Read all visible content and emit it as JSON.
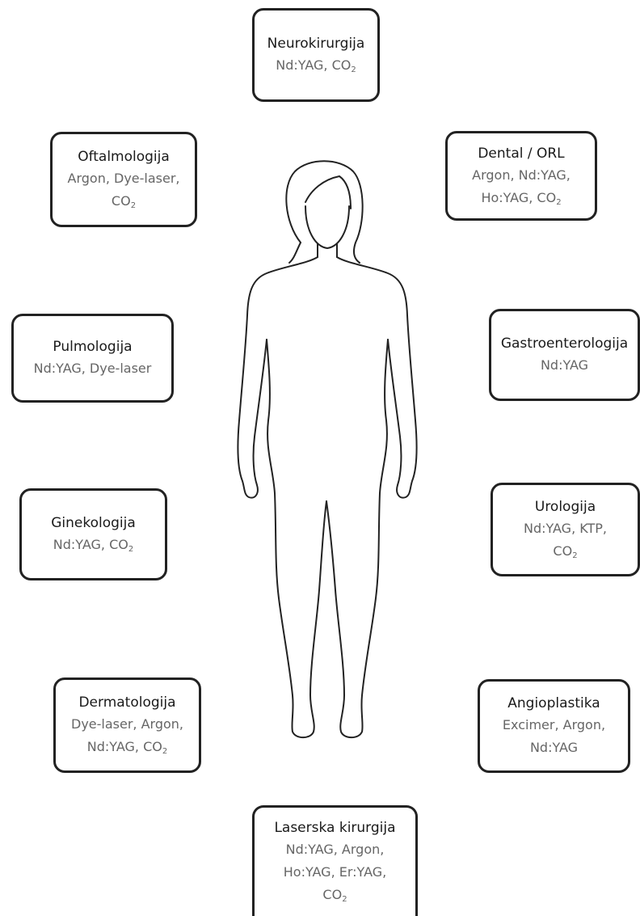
{
  "boxes": {
    "neuro": {
      "title": "Neurokirurgija",
      "lines": [
        "Nd:YAG, CO",
        "2"
      ]
    },
    "oftal": {
      "title": "Oftalmologija",
      "line1": "Argon, Dye-laser,",
      "line2a": "CO",
      "line2b": "2"
    },
    "dental": {
      "title": "Dental / ORL",
      "line1": "Argon, Nd:YAG,",
      "line2a": "Ho:YAG, CO",
      "line2b": "2"
    },
    "pulmo": {
      "title": "Pulmologija",
      "line1": "Nd:YAG, Dye-laser"
    },
    "gastro": {
      "title": "Gastroenterologija",
      "line1": "Nd:YAG"
    },
    "gineko": {
      "title": "Ginekologija",
      "line1a": "Nd:YAG, CO",
      "line1b": "2"
    },
    "uro": {
      "title": "Urologija",
      "line1": "Nd:YAG, KTP,",
      "line2a": "CO",
      "line2b": "2"
    },
    "derma": {
      "title": "Dermatologija",
      "line1": "Dye-laser, Argon,",
      "line2a": "Nd:YAG, CO",
      "line2b": "2"
    },
    "angio": {
      "title": "Angioplastika",
      "line1": "Excimer, Argon,",
      "line2": "Nd:YAG"
    },
    "laser": {
      "title": "Laserska kirurgija",
      "line1": "Nd:YAG, Argon,",
      "line2": "Ho:YAG, Er:YAG,",
      "line3a": "CO",
      "line3b": "2"
    }
  }
}
